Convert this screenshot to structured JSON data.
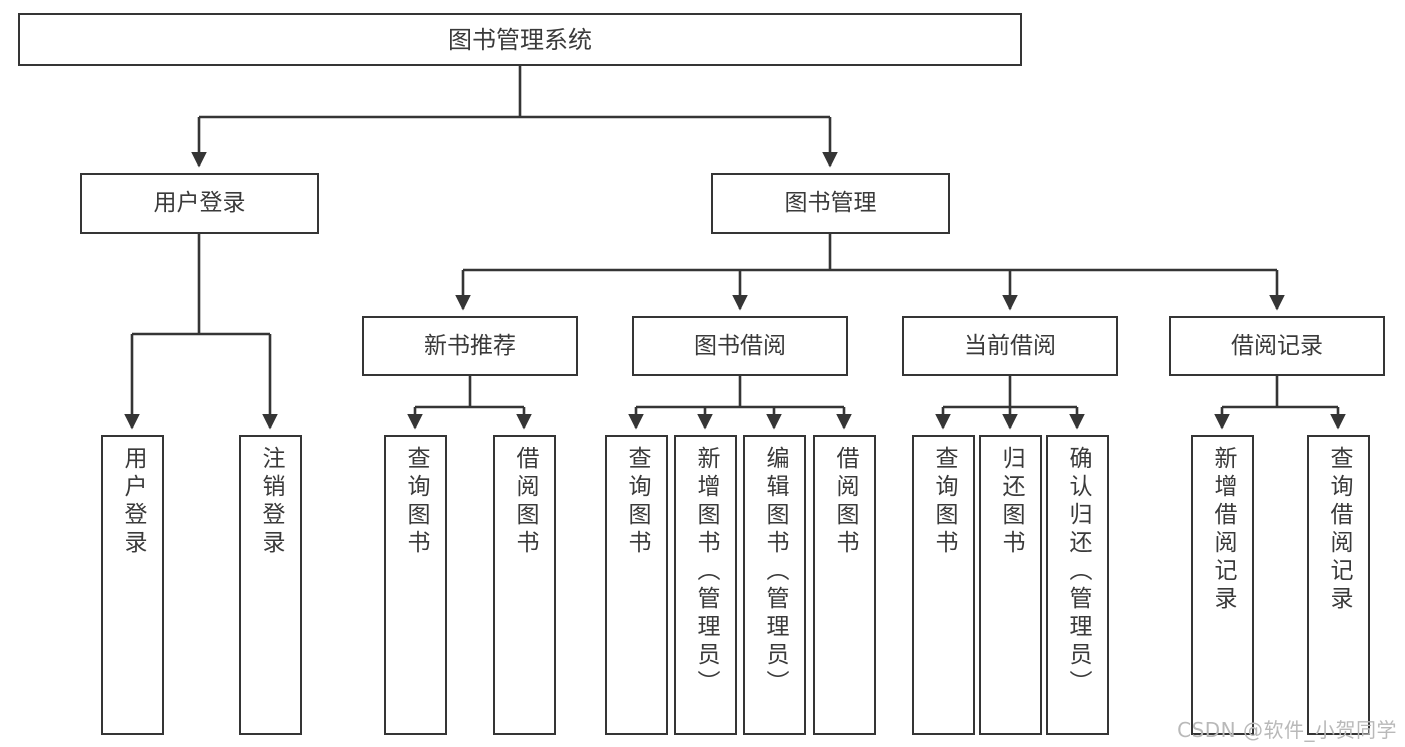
{
  "diagram": {
    "title": "图书管理系统",
    "type": "hierarchy-tree",
    "root": {
      "id": "root",
      "label": "图书管理系统"
    },
    "level1": [
      {
        "id": "user-login",
        "label": "用户登录"
      },
      {
        "id": "book-management",
        "label": "图书管理"
      }
    ],
    "level2": [
      {
        "id": "new-book-recommend",
        "label": "新书推荐",
        "parent": "book-management"
      },
      {
        "id": "book-borrow",
        "label": "图书借阅",
        "parent": "book-management"
      },
      {
        "id": "current-borrow",
        "label": "当前借阅",
        "parent": "book-management"
      },
      {
        "id": "borrow-record",
        "label": "借阅记录",
        "parent": "book-management"
      }
    ],
    "leaves": [
      {
        "id": "leaf-user-login",
        "label": "用户登录",
        "parent": "user-login"
      },
      {
        "id": "leaf-user-logout",
        "label": "注销登录",
        "parent": "user-login"
      },
      {
        "id": "leaf-query-book-1",
        "label": "查询图书",
        "parent": "new-book-recommend"
      },
      {
        "id": "leaf-borrow-book-1",
        "label": "借阅图书",
        "parent": "new-book-recommend"
      },
      {
        "id": "leaf-query-book-2",
        "label": "查询图书",
        "parent": "book-borrow"
      },
      {
        "id": "leaf-add-book",
        "label": "新增图书（管理员）",
        "parent": "book-borrow"
      },
      {
        "id": "leaf-edit-book",
        "label": "编辑图书（管理员）",
        "parent": "book-borrow"
      },
      {
        "id": "leaf-borrow-book-2",
        "label": "借阅图书",
        "parent": "book-borrow"
      },
      {
        "id": "leaf-query-book-3",
        "label": "查询图书",
        "parent": "current-borrow"
      },
      {
        "id": "leaf-return-book",
        "label": "归还图书",
        "parent": "current-borrow"
      },
      {
        "id": "leaf-confirm-return",
        "label": "确认归还（管理员）",
        "parent": "current-borrow"
      },
      {
        "id": "leaf-add-record",
        "label": "新增借阅记录",
        "parent": "borrow-record"
      },
      {
        "id": "leaf-query-record",
        "label": "查询借阅记录",
        "parent": "borrow-record"
      }
    ]
  },
  "watermark": {
    "text": "CSDN @软件_小贺同学"
  },
  "colors": {
    "stroke": "#353535",
    "text": "#3a3a3a",
    "background": "#ffffff",
    "watermark": "#b9b9b9"
  }
}
